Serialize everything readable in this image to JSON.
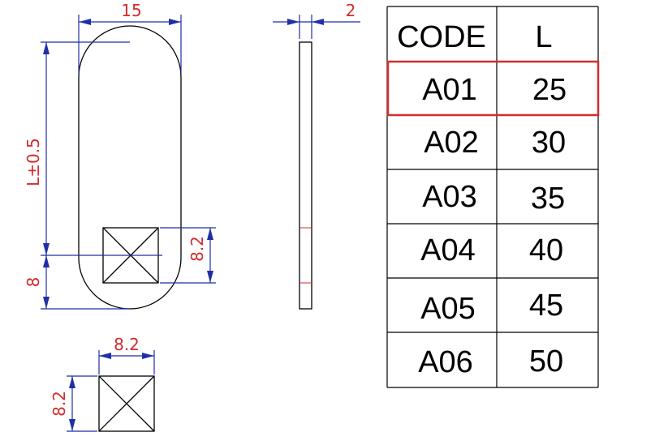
{
  "dimensions": {
    "width": "15",
    "thickness": "2",
    "length": "L±0.5",
    "hole_offset": "8",
    "hole_size_v": "8.2",
    "detail_width": "8.2",
    "detail_height": "8.2"
  },
  "table": {
    "headers": [
      "CODE",
      "L"
    ],
    "rows": [
      {
        "code": "A01",
        "l": "25"
      },
      {
        "code": "A02",
        "l": "30"
      },
      {
        "code": "A03",
        "l": "35"
      },
      {
        "code": "A04",
        "l": "40"
      },
      {
        "code": "A05",
        "l": "45"
      },
      {
        "code": "A06",
        "l": "50"
      }
    ],
    "highlight_row": 0
  },
  "colors": {
    "outline": "#000000",
    "dimension_line": "#1f2fa8",
    "dimension_text": "#d22c2c",
    "highlight": "#d22c2c"
  }
}
